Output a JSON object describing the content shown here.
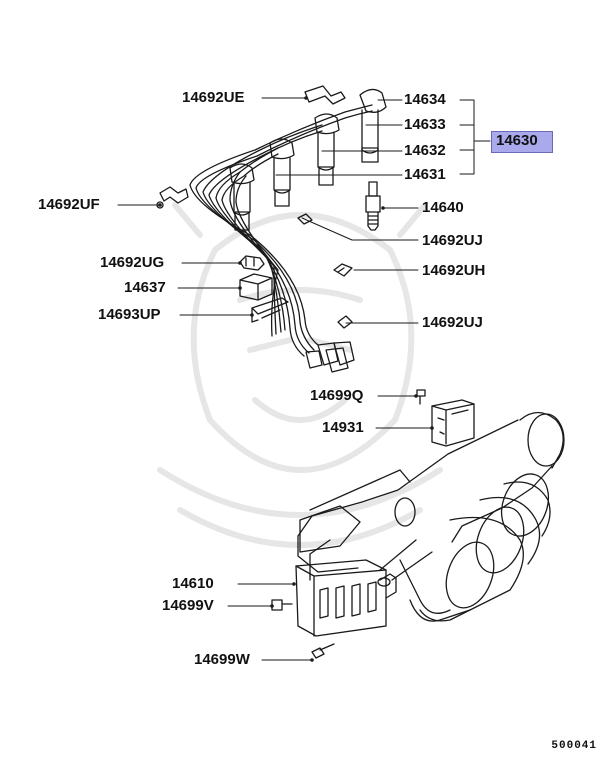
{
  "colors": {
    "highlight": "#a9a9ec",
    "ink": "#1a1a1a",
    "watermark": "#e6e6e6"
  },
  "labels": {
    "p14692UE": "14692UE",
    "p14634": "14634",
    "p14633": "14633",
    "p14632": "14632",
    "p14631": "14631",
    "p14630": "14630",
    "p14692UF": "14692UF",
    "p14640": "14640",
    "p14692UJ_a": "14692UJ",
    "p14692UG": "14692UG",
    "p14692UH": "14692UH",
    "p14637": "14637",
    "p14693UP": "14693UP",
    "p14692UJ_b": "14692UJ",
    "p14699Q": "14699Q",
    "p14931": "14931",
    "p14610": "14610",
    "p14699V": "14699V",
    "p14699W": "14699W"
  },
  "diagram_code": "500041"
}
